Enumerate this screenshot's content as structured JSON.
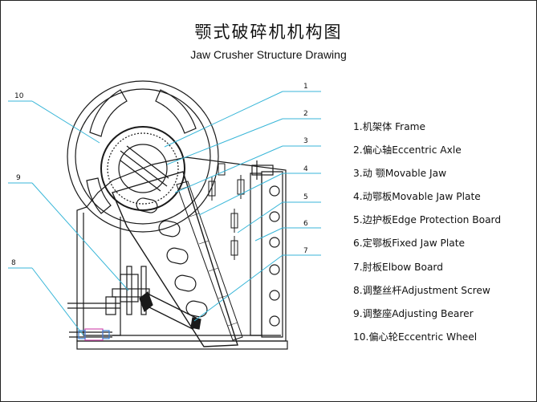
{
  "title_cn": "颚式破碎机机构图",
  "title_en": "Jaw Crusher Structure Drawing",
  "callouts": [
    "1",
    "2",
    "3",
    "4",
    "5",
    "6",
    "7",
    "8",
    "9",
    "10"
  ],
  "legend": [
    "1.机架体  Frame",
    "2.偏心轴Eccentric Axle",
    "3.动  颚Movable Jaw",
    "4.动鄂板Movable Jaw Plate",
    "5.边护板Edge Protection Board",
    "6.定鄂板Fixed Jaw Plate",
    "7.肘板Elbow Board",
    "8.调整丝杆Adjustment Screw",
    "9.调整座Adjusting Bearer",
    "10.偏心轮Eccentric Wheel"
  ],
  "colors": {
    "line": "#1a1a1a",
    "leader": "#38b6d8",
    "accent": "#d14fb0"
  }
}
